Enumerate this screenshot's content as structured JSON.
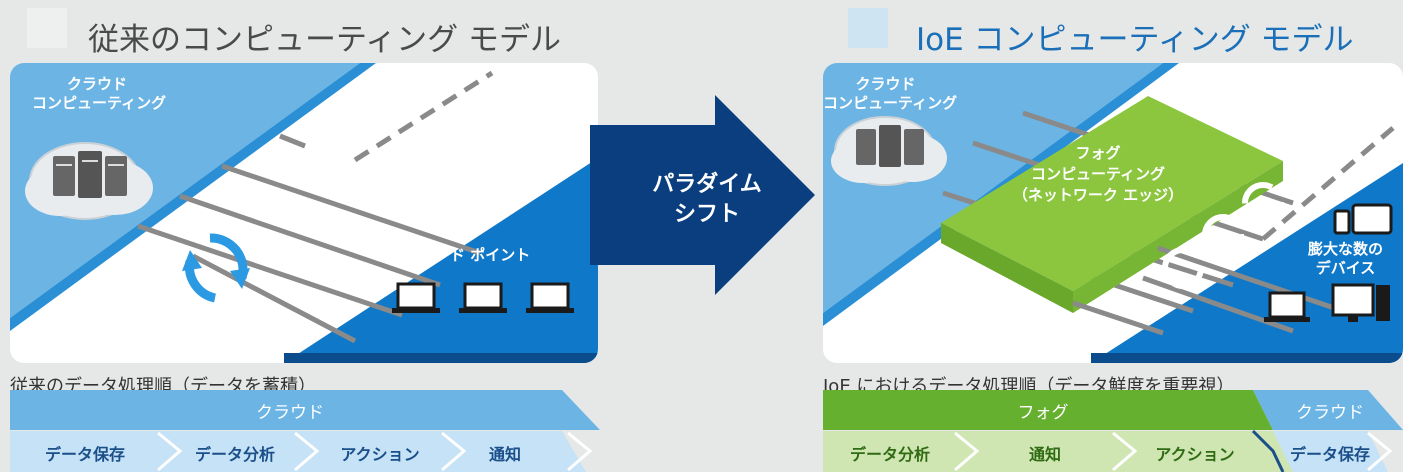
{
  "left": {
    "title": "従来のコンピューティング モデル",
    "cloud_label_1": "クラウド",
    "cloud_label_2": "コンピューティング",
    "endpoint_label": "エンド ポイント",
    "caption": "従来のデータ処理順（データを蓄積）",
    "bar_label": "クラウド",
    "steps": [
      "データ保存",
      "データ分析",
      "アクション",
      "通知"
    ]
  },
  "center": {
    "arrow_line1": "パラダイム",
    "arrow_line2": "シフト"
  },
  "right": {
    "title": "IoE コンピューティング モデル",
    "cloud_label_1": "クラウド",
    "cloud_label_2": "コンピューティング",
    "fog_line1": "フォグ",
    "fog_line2": "コンピューティング",
    "fog_line3": "（ネットワーク エッジ）",
    "devices_line1": "膨大な数の",
    "devices_line2": "デバイス",
    "caption": "IoE におけるデータ処理順（データ鮮度を重要視）",
    "bar_fog_label": "フォグ",
    "bar_cloud_label": "クラウド",
    "steps": [
      "データ分析",
      "通知",
      "アクション",
      "データ保存"
    ]
  },
  "colors": {
    "light_blue": "#6bb4e3",
    "mid_blue": "#0f78c8",
    "dark_blue": "#0b4c8c",
    "arrow_navy": "#0a3e7f",
    "fog_green": "#8cc63f",
    "bar_green": "#66b030",
    "step_blue": "#c5e2f6",
    "step_green": "#cfe6b2"
  }
}
